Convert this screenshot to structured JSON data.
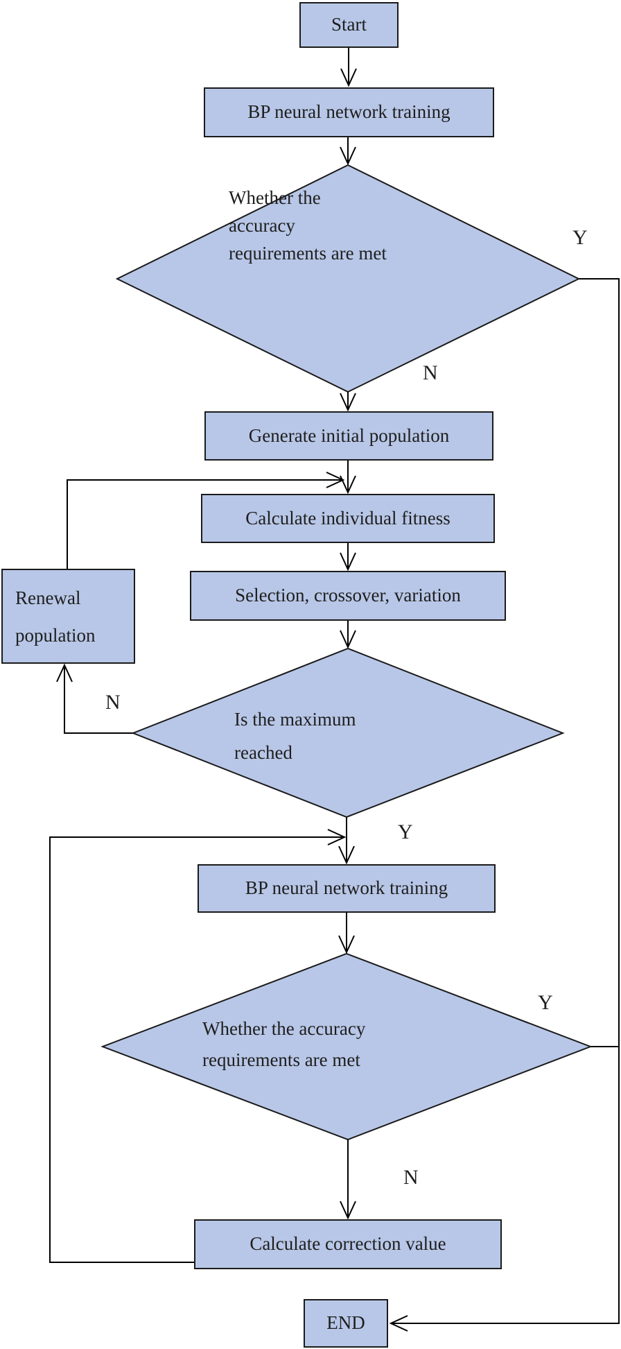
{
  "flowchart": {
    "colors": {
      "node_fill": "#b8c7e7",
      "node_border": "#1a1a1a",
      "connector": "#000000",
      "text": "#1e1e1e"
    },
    "nodes": {
      "start": {
        "label": "Start"
      },
      "bp_training_1": {
        "label": "BP neural network training"
      },
      "accuracy_check_1": {
        "lines": [
          "Whether the",
          "accuracy",
          "requirements are met"
        ]
      },
      "generate_population": {
        "label": "Generate initial population"
      },
      "calculate_fitness": {
        "label": "Calculate individual fitness"
      },
      "selection_crossover_variation": {
        "label": "Selection, crossover, variation"
      },
      "renewal_population": {
        "lines": [
          "Renewal",
          "population"
        ]
      },
      "maximum_check": {
        "lines": [
          "Is the maximum",
          "reached"
        ]
      },
      "bp_training_2": {
        "label": "BP neural network training"
      },
      "accuracy_check_2": {
        "lines": [
          "Whether the accuracy",
          "requirements are met"
        ]
      },
      "calculate_correction": {
        "label": "Calculate correction value"
      },
      "end": {
        "label": "END"
      }
    },
    "edge_labels": {
      "accuracy1_yes": "Y",
      "accuracy1_no": "N",
      "maximum_no": "N",
      "maximum_yes": "Y",
      "accuracy2_yes": "Y",
      "accuracy2_no": "N"
    }
  }
}
